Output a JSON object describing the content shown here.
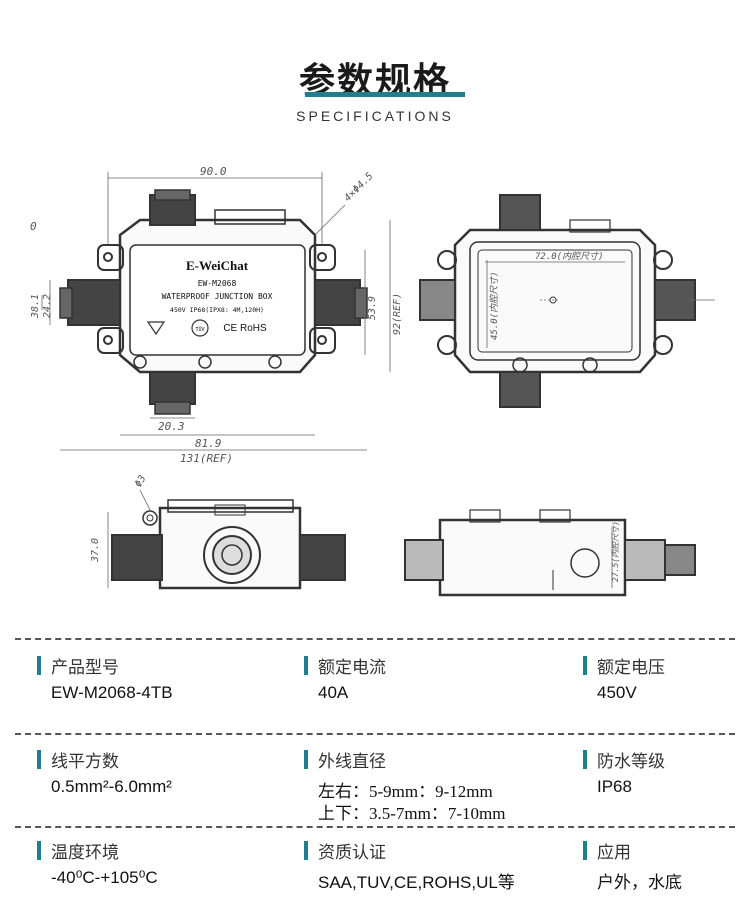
{
  "header": {
    "title": "参数规格",
    "subtitle": "SPECIFICATIONS"
  },
  "drawing": {
    "product_brand": "E-WeiChat",
    "product_model": "EW-M2068",
    "product_name": "WATERPROOF JUNCTION BOX",
    "product_rating": "450V  IP68(IPX8: 4M,120H)",
    "cert_ce_rohs": "CE RoHS",
    "cert_tuv": "TÜV",
    "dim_90": "90.0",
    "dim_holes": "4×Φ4.5",
    "dim_38_1": "38.1",
    "dim_24_2": "24.2",
    "dim_53_9": "53.9",
    "dim_92_ref": "92(REF)",
    "dim_20_3": "20.3",
    "dim_81_9": "81.9",
    "dim_131_ref": "131(REF)",
    "dim_0": "0",
    "dim_72": "72.0(内腔尺寸)",
    "dim_45": "45.0(内腔尺寸)",
    "dim_phi3": "Φ3",
    "dim_37": "37.0",
    "dim_27_5": "27.5(内腔尺寸)"
  },
  "specs": [
    {
      "label": "产品型号",
      "value": "EW-M2068-4TB"
    },
    {
      "label": "额定电流",
      "value": "40A"
    },
    {
      "label": "额定电压",
      "value": "450V"
    },
    {
      "label": "线平方数",
      "value": "0.5mm²-6.0mm²"
    },
    {
      "label": "外线直径",
      "value": "左右：5-9mm：9-12mm",
      "value2": "上下：3.5-7mm：7-10mm"
    },
    {
      "label": "防水等级",
      "value": "IP68"
    },
    {
      "label": "温度环境",
      "value": "-40⁰C-+105⁰C"
    },
    {
      "label": "资质认证",
      "value": "SAA,TUV,CE,ROHS,UL等"
    },
    {
      "label": "应用",
      "value": "户外，水底"
    }
  ],
  "colors": {
    "accent": "#1f7f8c",
    "text": "#222222",
    "line": "#555555"
  }
}
